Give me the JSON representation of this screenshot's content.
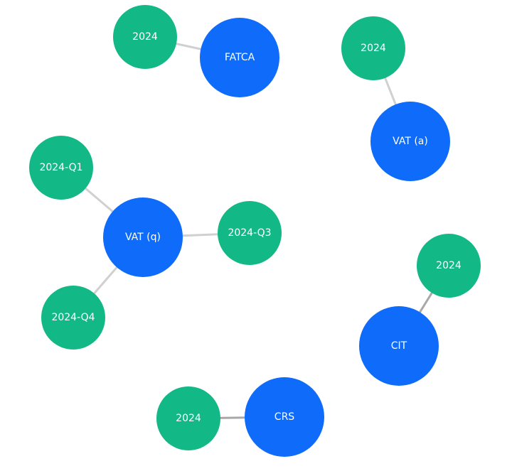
{
  "colors": {
    "filing_node": "#0f6bfa",
    "period_node": "#12b886",
    "edge": "#d0d0d0",
    "edge_dark": "#a8a8a8",
    "label": "#ffffff"
  },
  "nodes": [
    {
      "id": "fatca",
      "label": "FATCA",
      "kind": "filing"
    },
    {
      "id": "fatca-2024",
      "label": "2024",
      "kind": "period"
    },
    {
      "id": "vat-a",
      "label": "VAT (a)",
      "kind": "filing"
    },
    {
      "id": "vat-a-2024",
      "label": "2024",
      "kind": "period"
    },
    {
      "id": "vat-q",
      "label": "VAT (q)",
      "kind": "filing"
    },
    {
      "id": "vat-q-2024-q1",
      "label": "2024-Q1",
      "kind": "period"
    },
    {
      "id": "vat-q-2024-q3",
      "label": "2024-Q3",
      "kind": "period"
    },
    {
      "id": "vat-q-2024-q4",
      "label": "2024-Q4",
      "kind": "period"
    },
    {
      "id": "cit",
      "label": "CIT",
      "kind": "filing"
    },
    {
      "id": "cit-2024",
      "label": "2024",
      "kind": "period"
    },
    {
      "id": "crs",
      "label": "CRS",
      "kind": "filing"
    },
    {
      "id": "crs-2024",
      "label": "2024",
      "kind": "period"
    }
  ],
  "edges": [
    {
      "from": "fatca-2024",
      "to": "fatca",
      "tone": "light"
    },
    {
      "from": "vat-a-2024",
      "to": "vat-a",
      "tone": "light"
    },
    {
      "from": "vat-q-2024-q1",
      "to": "vat-q",
      "tone": "light"
    },
    {
      "from": "vat-q",
      "to": "vat-q-2024-q3",
      "tone": "light"
    },
    {
      "from": "vat-q",
      "to": "vat-q-2024-q4",
      "tone": "light"
    },
    {
      "from": "cit-2024",
      "to": "cit",
      "tone": "dark"
    },
    {
      "from": "crs-2024",
      "to": "crs",
      "tone": "dark"
    }
  ]
}
